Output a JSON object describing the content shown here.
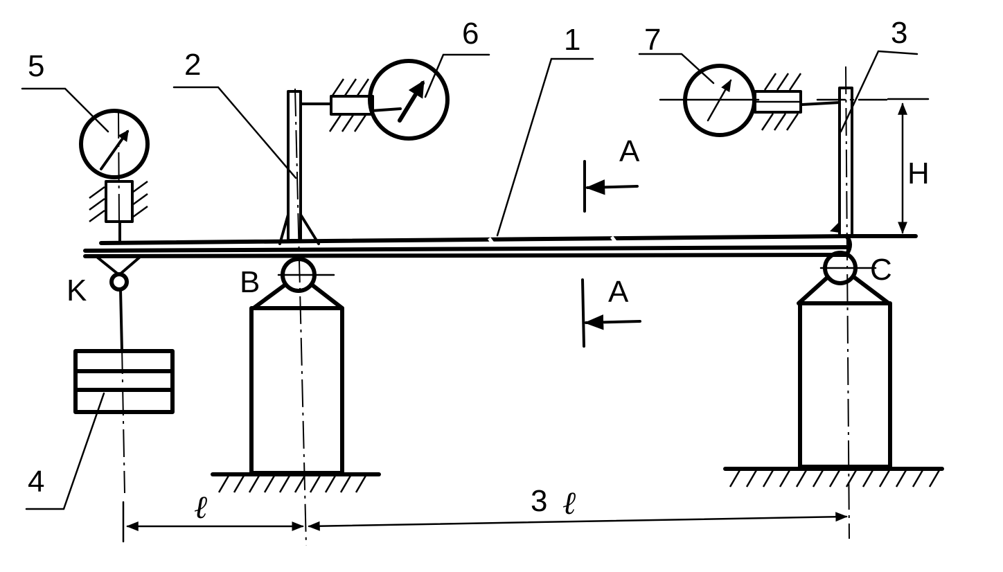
{
  "labels": {
    "beam": "1",
    "stand_left": "2",
    "stand_right": "3",
    "weight": "4",
    "gauge_left": "5",
    "gauge_middle": "6",
    "gauge_right": "7",
    "section_top": "A",
    "section_bottom": "A",
    "support_b": "B",
    "support_c": "C",
    "hinge_k": "K",
    "height": "H"
  },
  "dimensions": {
    "short_span": "ℓ",
    "long_span_prefix": "3",
    "long_span": "ℓ"
  }
}
